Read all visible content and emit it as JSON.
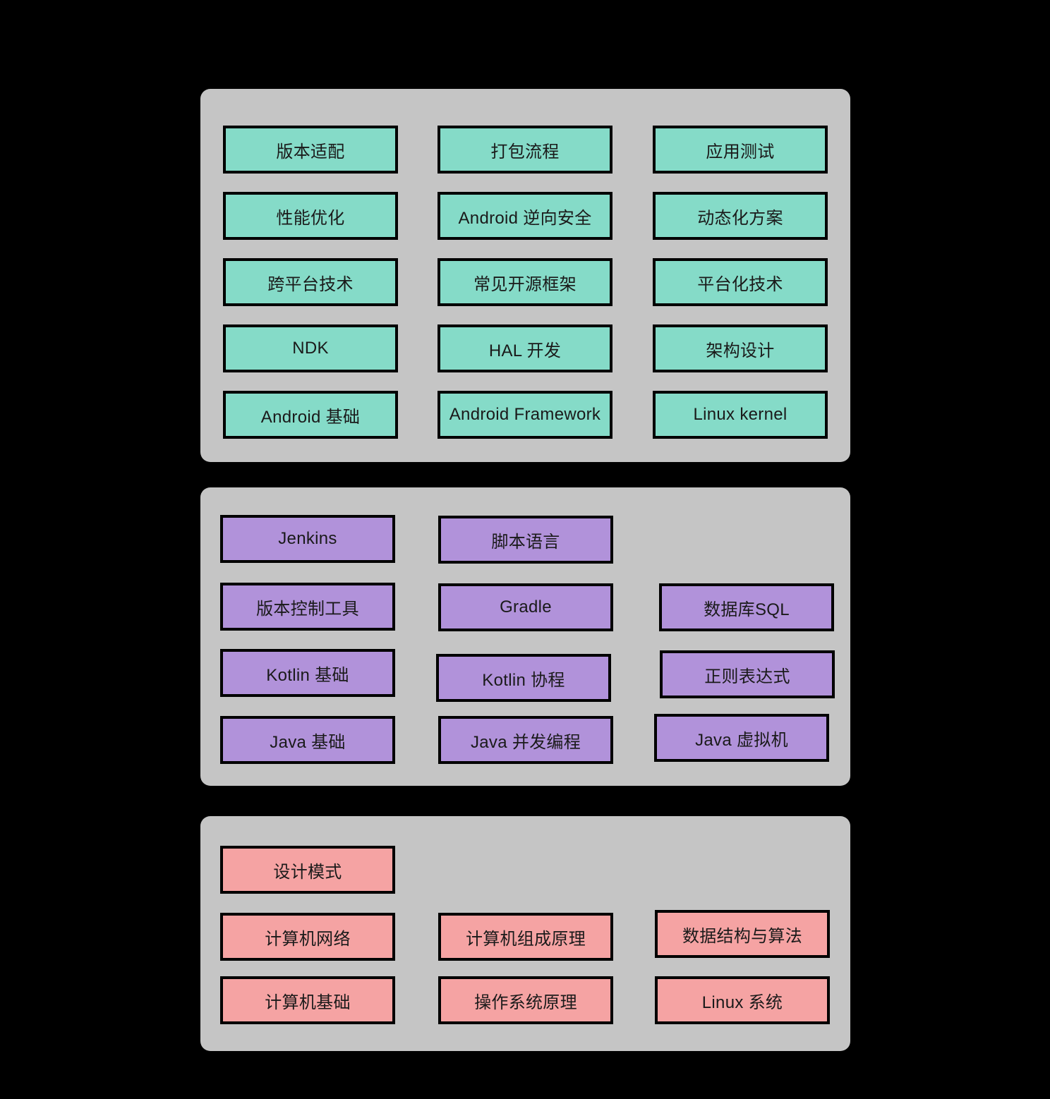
{
  "colors": {
    "background": "#000000",
    "panel_background": "#C5C5C5",
    "box_border": "#000000",
    "box_text": "#1A1A1A",
    "teal": "#85DBC8",
    "purple": "#B192DA",
    "pink": "#F5A3A3"
  },
  "panels": [
    {
      "name": "android-topics",
      "color": "#85DBC8",
      "boxes": [
        {
          "label": "版本适配"
        },
        {
          "label": "打包流程"
        },
        {
          "label": "应用测试"
        },
        {
          "label": "性能优化"
        },
        {
          "label": "Android 逆向安全"
        },
        {
          "label": "动态化方案"
        },
        {
          "label": "跨平台技术"
        },
        {
          "label": "常见开源框架"
        },
        {
          "label": "平台化技术"
        },
        {
          "label": "NDK"
        },
        {
          "label": "HAL 开发"
        },
        {
          "label": "架构设计"
        },
        {
          "label": "Android 基础"
        },
        {
          "label": "Android Framework"
        },
        {
          "label": "Linux kernel"
        }
      ]
    },
    {
      "name": "programming-topics",
      "color": "#B192DA",
      "boxes": [
        {
          "label": "Jenkins"
        },
        {
          "label": "脚本语言"
        },
        {
          "label": "版本控制工具"
        },
        {
          "label": "Gradle"
        },
        {
          "label": "数据库SQL"
        },
        {
          "label": "Kotlin 基础"
        },
        {
          "label": "Kotlin 协程"
        },
        {
          "label": "正则表达式"
        },
        {
          "label": "Java 基础"
        },
        {
          "label": "Java 并发编程"
        },
        {
          "label": "Java 虚拟机"
        }
      ]
    },
    {
      "name": "cs-foundation-topics",
      "color": "#F5A3A3",
      "boxes": [
        {
          "label": "设计模式"
        },
        {
          "label": "计算机网络"
        },
        {
          "label": "计算机组成原理"
        },
        {
          "label": "数据结构与算法"
        },
        {
          "label": "计算机基础"
        },
        {
          "label": "操作系统原理"
        },
        {
          "label": "Linux 系统"
        }
      ]
    }
  ]
}
